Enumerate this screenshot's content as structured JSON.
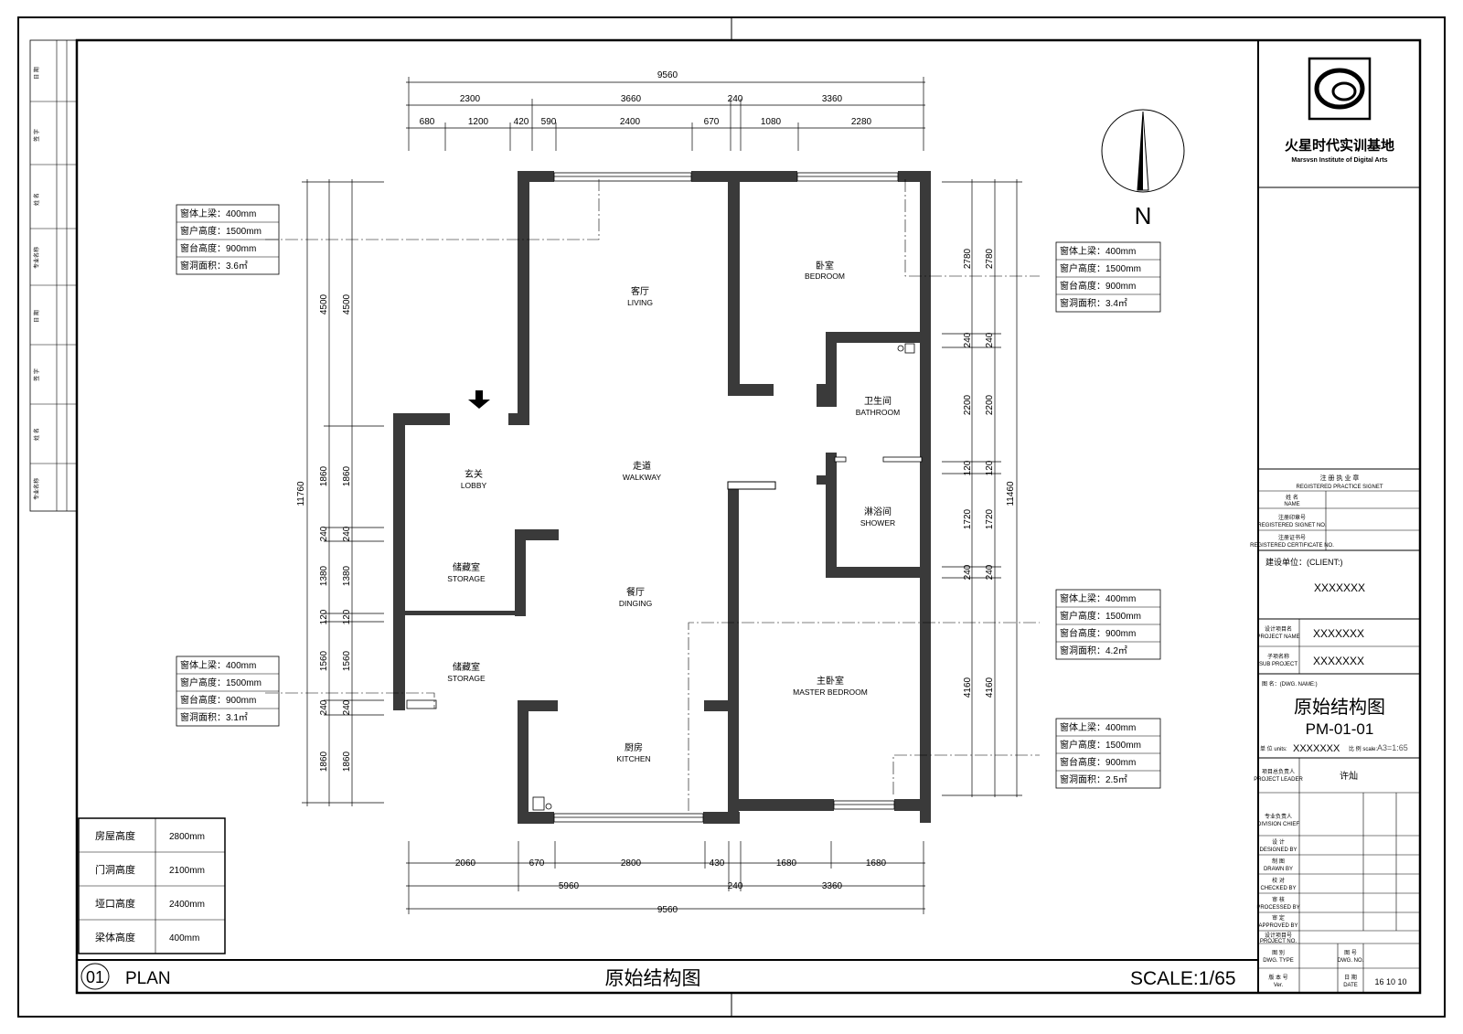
{
  "overall": {
    "top": "9560",
    "bottom": "9560",
    "left": "11760",
    "right": "11460"
  },
  "dims_top_row1": [
    "2300",
    "3660",
    "240",
    "3360"
  ],
  "dims_top_row2": [
    "680",
    "1200",
    "420",
    "590",
    "2400",
    "670",
    "1080",
    "2280"
  ],
  "dims_bottom_row1": [
    "2060",
    "670",
    "2800",
    "430",
    "1680",
    "1680"
  ],
  "dims_bottom_row2": [
    "5960",
    "240",
    "3360"
  ],
  "dims_left_outer": [
    "4500",
    "1860",
    "240",
    "1380",
    "120",
    "1560",
    "240",
    "1860"
  ],
  "dims_left_inner": [
    "4500",
    "1860",
    "240",
    "1380",
    "120",
    "1560",
    "240",
    "1860"
  ],
  "dims_right_inner": [
    "2780",
    "240",
    "2200",
    "120",
    "1720",
    "240",
    "4160"
  ],
  "dims_right_outer": [
    "2780",
    "240",
    "2200",
    "120",
    "1720",
    "240",
    "4160"
  ],
  "rooms": [
    {
      "cn": "客厅",
      "en": "LIVING"
    },
    {
      "cn": "卧室",
      "en": "BEDROOM"
    },
    {
      "cn": "卫生间",
      "en": "BATHROOM"
    },
    {
      "cn": "玄关",
      "en": "LOBBY"
    },
    {
      "cn": "走道",
      "en": "WALKWAY"
    },
    {
      "cn": "淋浴间",
      "en": "SHOWER"
    },
    {
      "cn": "储藏室",
      "en": "STORAGE"
    },
    {
      "cn": "餐厅",
      "en": "DINGING"
    },
    {
      "cn": "储藏室",
      "en": "STORAGE"
    },
    {
      "cn": "主卧室",
      "en": "MASTER BEDROOM"
    },
    {
      "cn": "厨房",
      "en": "KITCHEN"
    }
  ],
  "window_notes": [
    [
      "窗体上梁：400mm",
      "窗户高度：1500mm",
      "窗台高度：900mm",
      "窗洞面积：3.6㎡"
    ],
    [
      "窗体上梁：400mm",
      "窗户高度：1500mm",
      "窗台高度：900mm",
      "窗洞面积：3.4㎡"
    ],
    [
      "窗体上梁：400mm",
      "窗户高度：1500mm",
      "窗台高度：900mm",
      "窗洞面积：4.2㎡"
    ],
    [
      "窗体上梁：400mm",
      "窗户高度：1500mm",
      "窗台高度：900mm",
      "窗洞面积：3.1㎡"
    ],
    [
      "窗体上梁：400mm",
      "窗户高度：1500mm",
      "窗台高度：900mm",
      "窗洞面积：2.5㎡"
    ]
  ],
  "heights_table": [
    {
      "label": "房屋高度",
      "value": "2800mm"
    },
    {
      "label": "门洞高度",
      "value": "2100mm"
    },
    {
      "label": "垭口高度",
      "value": "2400mm"
    },
    {
      "label": "梁体高度",
      "value": "400mm"
    }
  ],
  "north_label": "N",
  "footer": {
    "num": "01",
    "plan": "PLAN",
    "title": "原始结构图",
    "scale": "SCALE:1/65"
  },
  "title_block": {
    "company": "火星时代实训基地",
    "company_en": "Marsvsn Institute of Digital Arts",
    "stamp_cn": "注 册 执 业 章",
    "stamp_en": "REGISTERED PRACTICE SIGNET",
    "name_cn": "姓 名",
    "name_en": "NAME",
    "reg_cn": "注册印章号",
    "reg_en": "REGISTERED SIGNET NO.",
    "cert_cn": "注册证书号",
    "cert_en": "REGISTERED CERTIFICATE NO.",
    "client_label": "建设单位：(CLIENT:)",
    "client": "XXXXXXX",
    "project_cn": "设计项目名",
    "project_en": "PROJECT NAME",
    "project": "XXXXXXX",
    "sub_cn": "子项名称",
    "sub_en": "SUB PROJECT",
    "sub": "XXXXXXX",
    "dwg_label": "图 名：(DWG. NAME:)",
    "dwg_name": "原始结构图",
    "dwg_no": "PM-01-01",
    "unit_label": "单 位 units:",
    "units": "XXXXXXX",
    "scale_label": "比 例 scale:",
    "scale": "A3=1:65",
    "leader_cn": "项目总负责人",
    "leader_en": "PROJECT LEADER",
    "leader": "许灿",
    "chief_cn": "专业负责人",
    "chief_en": "DIVISION CHIEF",
    "designed_cn": "设 计",
    "designed_en": "DESIGNED BY",
    "drawn_cn": "制 图",
    "drawn_en": "DRAWN BY",
    "checked_cn": "校 对",
    "checked_en": "CHECKED BY",
    "processed_cn": "审 核",
    "processed_en": "PROCESSED BY",
    "approved_cn": "审 定",
    "approved_en": "APPROVED BY",
    "projno_cn": "设计项目号",
    "projno_en": "PROJECT NO.",
    "type_cn": "图 别",
    "type_en": "DWG. TYPE",
    "dwgno_cn": "图 号",
    "dwgno_en": "DWG. NO.",
    "ver_cn": "版 本 号",
    "ver_en": "Ver.",
    "date_cn": "日 期",
    "date_en": "DATE",
    "date": "16 10 10"
  },
  "left_strip": [
    "日 期",
    "签 字",
    "姓 名",
    "专业名称",
    "日 期",
    "签 字",
    "姓 名",
    "专业名称"
  ],
  "colors": {
    "wall": "#3a3a3a",
    "line": "#000000"
  }
}
